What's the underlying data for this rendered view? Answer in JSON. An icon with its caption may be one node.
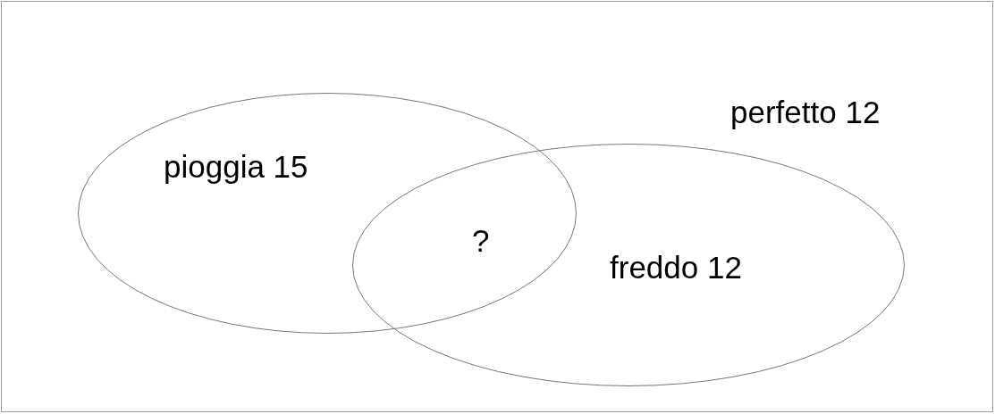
{
  "diagram": {
    "nodes": [
      {
        "text": [
          "perfetto 12"
        ]
      },
      {
        "text": [
          "pioggia 15"
        ],
        "in": 0
      },
      {
        "text": [
          "freddo 12"
        ],
        "in": 0
      }
    ],
    "edges": [],
    "labels": [
      "?"
    ]
  }
}
